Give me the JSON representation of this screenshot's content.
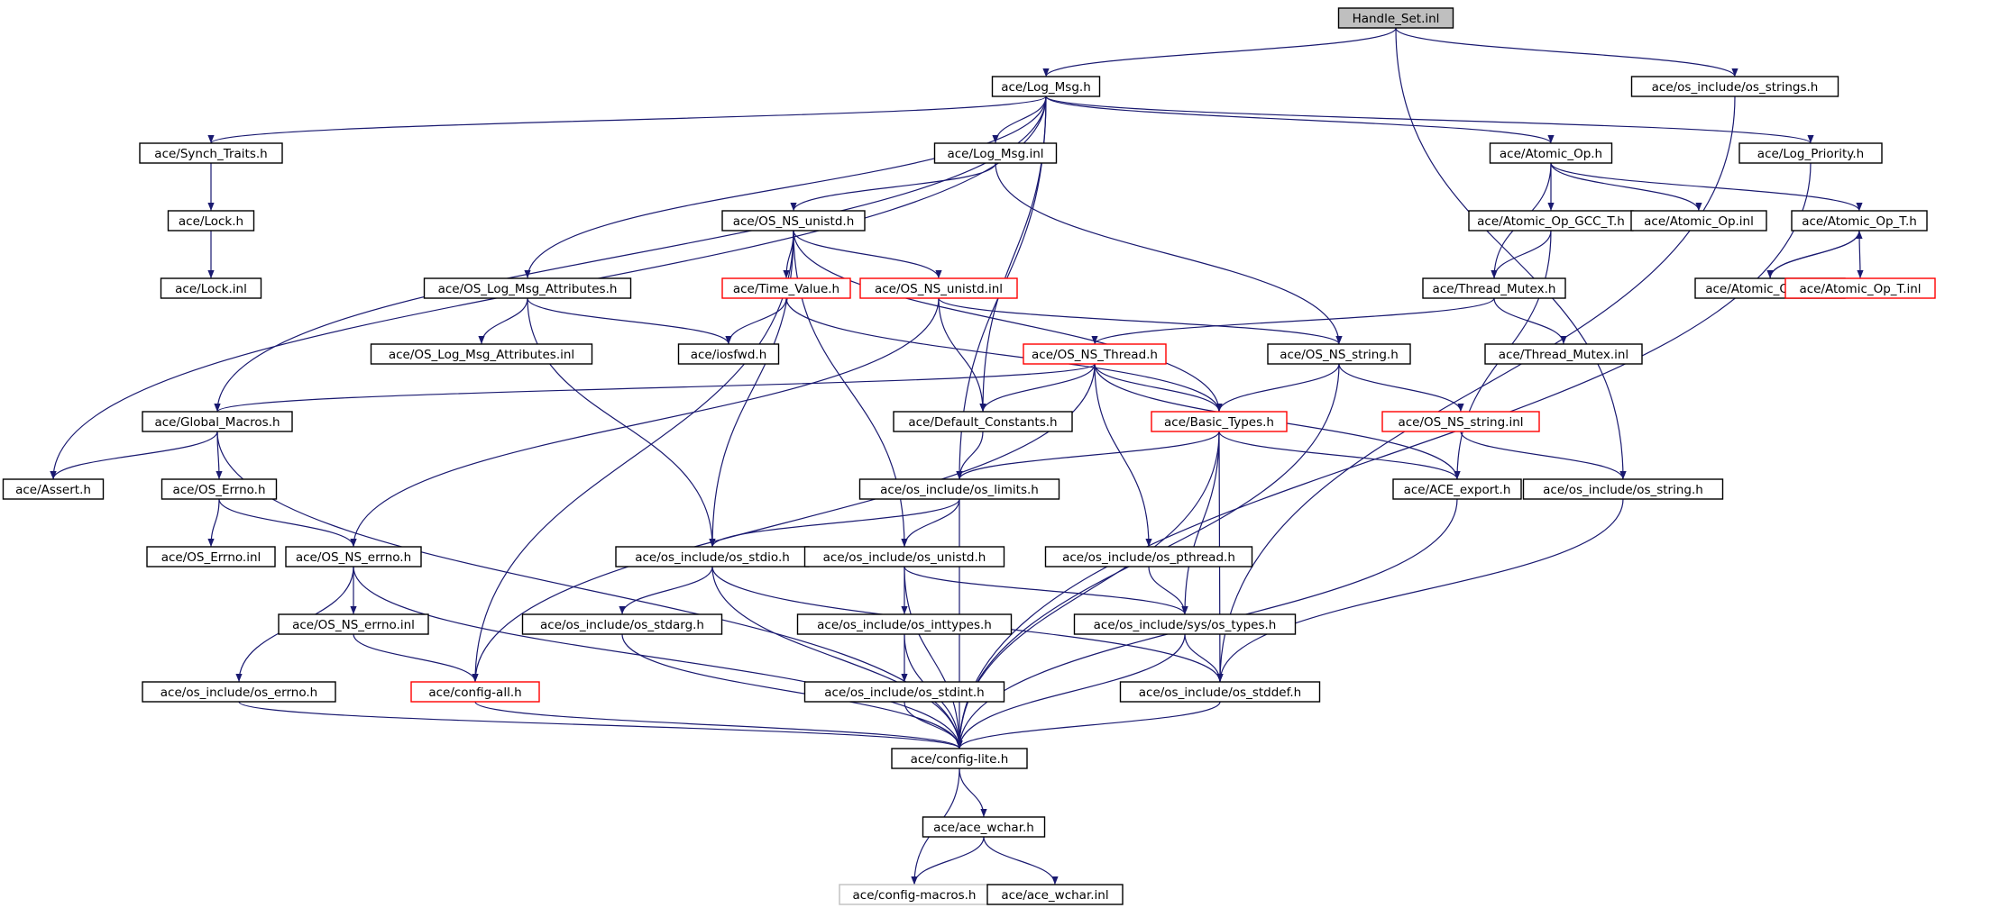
{
  "graph": {
    "nodes": [
      {
        "id": "n0",
        "label": "Handle_Set.inl",
        "style": "root"
      },
      {
        "id": "n1",
        "label": "ace/Log_Msg.h",
        "style": "normal"
      },
      {
        "id": "n2",
        "label": "ace/os_include/os_strings.h",
        "style": "normal"
      },
      {
        "id": "n3",
        "label": "ace/Synch_Traits.h",
        "style": "normal"
      },
      {
        "id": "n4",
        "label": "ace/Log_Msg.inl",
        "style": "normal"
      },
      {
        "id": "n5",
        "label": "ace/Atomic_Op.h",
        "style": "normal"
      },
      {
        "id": "n6",
        "label": "ace/Log_Priority.h",
        "style": "normal"
      },
      {
        "id": "n7",
        "label": "ace/Lock.h",
        "style": "normal"
      },
      {
        "id": "n8",
        "label": "ace/OS_NS_unistd.h",
        "style": "normal"
      },
      {
        "id": "n9",
        "label": "ace/Atomic_Op_GCC_T.h",
        "style": "normal"
      },
      {
        "id": "n10",
        "label": "ace/Atomic_Op.inl",
        "style": "normal"
      },
      {
        "id": "n11",
        "label": "ace/Atomic_Op_T.h",
        "style": "normal"
      },
      {
        "id": "n12",
        "label": "ace/Lock.inl",
        "style": "normal"
      },
      {
        "id": "n13",
        "label": "ace/OS_Log_Msg_Attributes.h",
        "style": "normal"
      },
      {
        "id": "n14",
        "label": "ace/Time_Value.h",
        "style": "red"
      },
      {
        "id": "n15",
        "label": "ace/OS_NS_unistd.inl",
        "style": "red"
      },
      {
        "id": "n16",
        "label": "ace/Thread_Mutex.h",
        "style": "normal"
      },
      {
        "id": "n17",
        "label": "ace/Atomic_Op_T.cpp",
        "style": "normal"
      },
      {
        "id": "n18",
        "label": "ace/Atomic_Op_T.inl",
        "style": "red"
      },
      {
        "id": "n19",
        "label": "ace/OS_Log_Msg_Attributes.inl",
        "style": "normal"
      },
      {
        "id": "n20",
        "label": "ace/iosfwd.h",
        "style": "normal"
      },
      {
        "id": "n21",
        "label": "ace/OS_NS_Thread.h",
        "style": "red"
      },
      {
        "id": "n22",
        "label": "ace/OS_NS_string.h",
        "style": "normal"
      },
      {
        "id": "n23",
        "label": "ace/Thread_Mutex.inl",
        "style": "normal"
      },
      {
        "id": "n24",
        "label": "ace/Global_Macros.h",
        "style": "normal"
      },
      {
        "id": "n25",
        "label": "ace/Default_Constants.h",
        "style": "normal"
      },
      {
        "id": "n26",
        "label": "ace/Basic_Types.h",
        "style": "red"
      },
      {
        "id": "n27",
        "label": "ace/OS_NS_string.inl",
        "style": "red"
      },
      {
        "id": "n28",
        "label": "ace/Assert.h",
        "style": "normal"
      },
      {
        "id": "n29",
        "label": "ace/OS_Errno.h",
        "style": "normal"
      },
      {
        "id": "n30",
        "label": "ace/os_include/os_limits.h",
        "style": "normal"
      },
      {
        "id": "n31",
        "label": "ace/ACE_export.h",
        "style": "normal"
      },
      {
        "id": "n32",
        "label": "ace/os_include/os_string.h",
        "style": "normal"
      },
      {
        "id": "n33",
        "label": "ace/OS_Errno.inl",
        "style": "normal"
      },
      {
        "id": "n34",
        "label": "ace/OS_NS_errno.h",
        "style": "normal"
      },
      {
        "id": "n35",
        "label": "ace/os_include/os_stdio.h",
        "style": "normal"
      },
      {
        "id": "n36",
        "label": "ace/os_include/os_unistd.h",
        "style": "normal"
      },
      {
        "id": "n37",
        "label": "ace/os_include/os_pthread.h",
        "style": "normal"
      },
      {
        "id": "n38",
        "label": "ace/OS_NS_errno.inl",
        "style": "normal"
      },
      {
        "id": "n39",
        "label": "ace/os_include/os_stdarg.h",
        "style": "normal"
      },
      {
        "id": "n40",
        "label": "ace/os_include/os_inttypes.h",
        "style": "normal"
      },
      {
        "id": "n41",
        "label": "ace/os_include/sys/os_types.h",
        "style": "normal"
      },
      {
        "id": "n42",
        "label": "ace/os_include/os_errno.h",
        "style": "normal"
      },
      {
        "id": "n43",
        "label": "ace/config-all.h",
        "style": "red"
      },
      {
        "id": "n44",
        "label": "ace/os_include/os_stdint.h",
        "style": "normal"
      },
      {
        "id": "n45",
        "label": "ace/os_include/os_stddef.h",
        "style": "normal"
      },
      {
        "id": "n46",
        "label": "ace/config-lite.h",
        "style": "normal"
      },
      {
        "id": "n47",
        "label": "ace/ace_wchar.h",
        "style": "normal"
      },
      {
        "id": "n48",
        "label": "ace/config-macros.h",
        "style": "grey"
      },
      {
        "id": "n49",
        "label": "ace/ace_wchar.inl",
        "style": "normal"
      }
    ],
    "edges": [
      [
        "n0",
        "n1"
      ],
      [
        "n0",
        "n2"
      ],
      [
        "n0",
        "n32"
      ],
      [
        "n1",
        "n3"
      ],
      [
        "n1",
        "n4"
      ],
      [
        "n1",
        "n5"
      ],
      [
        "n1",
        "n6"
      ],
      [
        "n1",
        "n13"
      ],
      [
        "n1",
        "n24"
      ],
      [
        "n1",
        "n28"
      ],
      [
        "n1",
        "n25"
      ],
      [
        "n1",
        "n30"
      ],
      [
        "n2",
        "n45"
      ],
      [
        "n3",
        "n7"
      ],
      [
        "n7",
        "n12"
      ],
      [
        "n4",
        "n8"
      ],
      [
        "n4",
        "n22"
      ],
      [
        "n5",
        "n9"
      ],
      [
        "n5",
        "n10"
      ],
      [
        "n5",
        "n11"
      ],
      [
        "n5",
        "n16"
      ],
      [
        "n9",
        "n16"
      ],
      [
        "n9",
        "n31"
      ],
      [
        "n11",
        "n17"
      ],
      [
        "n11",
        "n18"
      ],
      [
        "n17",
        "n11"
      ],
      [
        "n16",
        "n23"
      ],
      [
        "n16",
        "n21"
      ],
      [
        "n6",
        "n46"
      ],
      [
        "n8",
        "n14"
      ],
      [
        "n8",
        "n15"
      ],
      [
        "n8",
        "n26"
      ],
      [
        "n8",
        "n35"
      ],
      [
        "n8",
        "n36"
      ],
      [
        "n8",
        "n43"
      ],
      [
        "n13",
        "n19"
      ],
      [
        "n13",
        "n20"
      ],
      [
        "n13",
        "n35"
      ],
      [
        "n14",
        "n20"
      ],
      [
        "n14",
        "n26"
      ],
      [
        "n15",
        "n25"
      ],
      [
        "n15",
        "n34"
      ],
      [
        "n15",
        "n22"
      ],
      [
        "n21",
        "n24"
      ],
      [
        "n21",
        "n25"
      ],
      [
        "n21",
        "n26"
      ],
      [
        "n21",
        "n31"
      ],
      [
        "n21",
        "n37"
      ],
      [
        "n21",
        "n43"
      ],
      [
        "n22",
        "n26"
      ],
      [
        "n22",
        "n27"
      ],
      [
        "n22",
        "n46"
      ],
      [
        "n27",
        "n32"
      ],
      [
        "n24",
        "n28"
      ],
      [
        "n24",
        "n29"
      ],
      [
        "n24",
        "n46"
      ],
      [
        "n29",
        "n33"
      ],
      [
        "n29",
        "n34"
      ],
      [
        "n25",
        "n30"
      ],
      [
        "n26",
        "n30"
      ],
      [
        "n26",
        "n31"
      ],
      [
        "n26",
        "n41"
      ],
      [
        "n26",
        "n45"
      ],
      [
        "n26",
        "n46"
      ],
      [
        "n30",
        "n35"
      ],
      [
        "n30",
        "n36"
      ],
      [
        "n30",
        "n46"
      ],
      [
        "n31",
        "n46"
      ],
      [
        "n32",
        "n45"
      ],
      [
        "n34",
        "n38"
      ],
      [
        "n34",
        "n42"
      ],
      [
        "n34",
        "n46"
      ],
      [
        "n38",
        "n43"
      ],
      [
        "n35",
        "n39"
      ],
      [
        "n35",
        "n45"
      ],
      [
        "n35",
        "n46"
      ],
      [
        "n36",
        "n40"
      ],
      [
        "n36",
        "n41"
      ],
      [
        "n36",
        "n46"
      ],
      [
        "n37",
        "n41"
      ],
      [
        "n40",
        "n44"
      ],
      [
        "n40",
        "n46"
      ],
      [
        "n41",
        "n45"
      ],
      [
        "n41",
        "n46"
      ],
      [
        "n39",
        "n46"
      ],
      [
        "n42",
        "n46"
      ],
      [
        "n43",
        "n46"
      ],
      [
        "n44",
        "n46"
      ],
      [
        "n45",
        "n46"
      ],
      [
        "n46",
        "n47"
      ],
      [
        "n46",
        "n48"
      ],
      [
        "n47",
        "n48"
      ],
      [
        "n47",
        "n49"
      ]
    ]
  }
}
